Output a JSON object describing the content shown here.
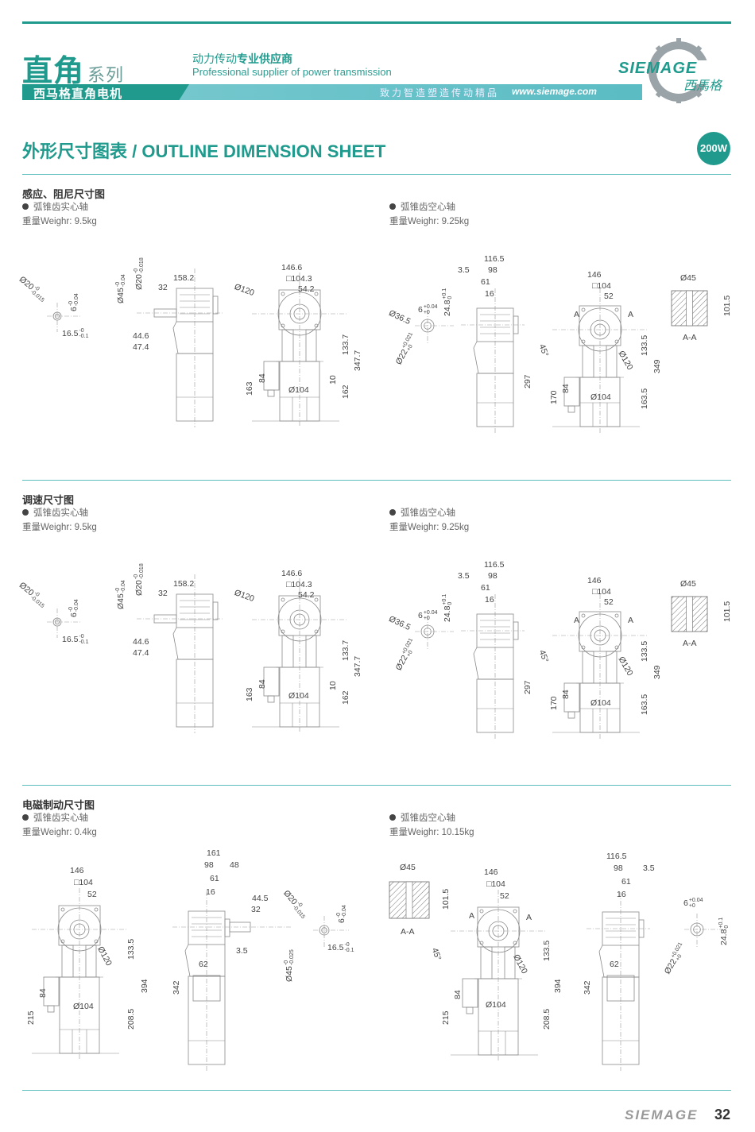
{
  "header": {
    "series_main": "直角",
    "series_sub": "系列",
    "slogan_light": "动力传动",
    "slogan_bold": "专业供应商",
    "slogan_en": "Professional supplier of power transmission",
    "band_label": "西马格直角电机",
    "motto": "致力智造塑造传动精品",
    "url": "www.siemage.com",
    "logo_text": "SIEMAGE",
    "logo_cn": "西馬格",
    "brand_color": "#1f9a8c",
    "band_color": "#6cc4ca"
  },
  "title": "外形尺寸图表 / OUTLINE DIMENSION SHEET",
  "power_badge": "200W",
  "sections": [
    {
      "title": "感应、阻尼尺寸图",
      "left": {
        "shaft_type": "弧锥齿实心轴",
        "weight": "重量Weighr: 9.5kg"
      },
      "right": {
        "shaft_type": "弧锥齿空心轴",
        "weight": "重量Weighr: 9.25kg"
      },
      "left_dims": [
        {
          "t": "Ø20",
          "hi": "-0",
          "lo": "-0.015"
        },
        {
          "t": "6",
          "hi": "-0",
          "lo": "-0.04"
        },
        {
          "t": "16.5",
          "hi": "-0",
          "lo": "-0.1"
        },
        {
          "t": "Ø45",
          "hi": "-0",
          "lo": "-0.04"
        },
        {
          "t": "Ø20",
          "hi": "-0",
          "lo": "-0.018"
        },
        {
          "t": "158.2"
        },
        {
          "t": "32"
        },
        {
          "t": "44.6"
        },
        {
          "t": "47.4"
        },
        {
          "t": "146.6"
        },
        {
          "t": "□104.3"
        },
        {
          "t": "54.2"
        },
        {
          "t": "Ø120"
        },
        {
          "t": "133.7"
        },
        {
          "t": "347.7"
        },
        {
          "t": "84"
        },
        {
          "t": "163"
        },
        {
          "t": "Ø104"
        },
        {
          "t": "10"
        },
        {
          "t": "162"
        }
      ],
      "right_dims": [
        {
          "t": "116.5"
        },
        {
          "t": "3.5"
        },
        {
          "t": "98"
        },
        {
          "t": "61"
        },
        {
          "t": "16"
        },
        {
          "t": "Ø36.5"
        },
        {
          "t": "6",
          "hi": "+0.04",
          "lo": "+0"
        },
        {
          "t": "24.8",
          "hi": "+0.1",
          "lo": "0"
        },
        {
          "t": "Ø22",
          "hi": "+0.021",
          "lo": "+0"
        },
        {
          "t": "297"
        },
        {
          "t": "146"
        },
        {
          "t": "□104"
        },
        {
          "t": "52"
        },
        {
          "t": "A"
        },
        {
          "t": "A"
        },
        {
          "t": "45°"
        },
        {
          "t": "Ø120"
        },
        {
          "t": "133.5"
        },
        {
          "t": "349"
        },
        {
          "t": "170"
        },
        {
          "t": "84"
        },
        {
          "t": "Ø104"
        },
        {
          "t": "163.5"
        },
        {
          "t": "Ø45"
        },
        {
          "t": "101.5"
        },
        {
          "t": "A-A"
        }
      ]
    },
    {
      "title": "调速尺寸图",
      "left": {
        "shaft_type": "弧锥齿实心轴",
        "weight": "重量Weighr: 9.5kg"
      },
      "right": {
        "shaft_type": "弧锥齿空心轴",
        "weight": "重量Weighr: 9.25kg"
      },
      "left_dims": [
        {
          "t": "Ø20",
          "hi": "-0",
          "lo": "-0.015"
        },
        {
          "t": "6",
          "hi": "-0",
          "lo": "-0.04"
        },
        {
          "t": "16.5",
          "hi": "-0",
          "lo": "-0.1"
        },
        {
          "t": "Ø45",
          "hi": "-0",
          "lo": "-0.04"
        },
        {
          "t": "Ø20",
          "hi": "-0",
          "lo": "-0.018"
        },
        {
          "t": "158.2"
        },
        {
          "t": "32"
        },
        {
          "t": "44.6"
        },
        {
          "t": "47.4"
        },
        {
          "t": "146.6"
        },
        {
          "t": "□104.3"
        },
        {
          "t": "54.2"
        },
        {
          "t": "Ø120"
        },
        {
          "t": "133.7"
        },
        {
          "t": "347.7"
        },
        {
          "t": "84"
        },
        {
          "t": "163"
        },
        {
          "t": "Ø104"
        },
        {
          "t": "10"
        },
        {
          "t": "162"
        }
      ],
      "right_dims": [
        {
          "t": "116.5"
        },
        {
          "t": "3.5"
        },
        {
          "t": "98"
        },
        {
          "t": "61"
        },
        {
          "t": "16"
        },
        {
          "t": "Ø36.5"
        },
        {
          "t": "6",
          "hi": "+0.04",
          "lo": "+0"
        },
        {
          "t": "24.8",
          "hi": "+0.1",
          "lo": "0"
        },
        {
          "t": "Ø22",
          "hi": "+0.021",
          "lo": "+0"
        },
        {
          "t": "297"
        },
        {
          "t": "146"
        },
        {
          "t": "□104"
        },
        {
          "t": "52"
        },
        {
          "t": "A"
        },
        {
          "t": "A"
        },
        {
          "t": "45°"
        },
        {
          "t": "Ø120"
        },
        {
          "t": "133.5"
        },
        {
          "t": "349"
        },
        {
          "t": "170"
        },
        {
          "t": "84"
        },
        {
          "t": "Ø104"
        },
        {
          "t": "163.5"
        },
        {
          "t": "Ø45"
        },
        {
          "t": "101.5"
        },
        {
          "t": "A-A"
        }
      ]
    },
    {
      "title": "电磁制动尺寸图",
      "left": {
        "shaft_type": "弧锥齿实心轴",
        "weight": "重量Weighr: 0.4kg"
      },
      "right": {
        "shaft_type": "弧锥齿空心轴",
        "weight": "重量Weighr: 10.15kg"
      },
      "left_dims": [
        {
          "t": "146"
        },
        {
          "t": "□104"
        },
        {
          "t": "52"
        },
        {
          "t": "Ø120"
        },
        {
          "t": "133.5"
        },
        {
          "t": "394"
        },
        {
          "t": "84"
        },
        {
          "t": "215"
        },
        {
          "t": "Ø104"
        },
        {
          "t": "208.5"
        },
        {
          "t": "161"
        },
        {
          "t": "98"
        },
        {
          "t": "48"
        },
        {
          "t": "61"
        },
        {
          "t": "16"
        },
        {
          "t": "44.5"
        },
        {
          "t": "32"
        },
        {
          "t": "3.5"
        },
        {
          "t": "62"
        },
        {
          "t": "342"
        },
        {
          "t": "Ø45",
          "hi": "-0",
          "lo": "-0.025"
        },
        {
          "t": "Ø20",
          "hi": "-0",
          "lo": "-0.015"
        },
        {
          "t": "6",
          "hi": "-0",
          "lo": "-0.04"
        },
        {
          "t": "16.5",
          "hi": "-0",
          "lo": "-0.1"
        }
      ],
      "right_dims": [
        {
          "t": "Ø45"
        },
        {
          "t": "101.5"
        },
        {
          "t": "A-A"
        },
        {
          "t": "146"
        },
        {
          "t": "□104"
        },
        {
          "t": "52"
        },
        {
          "t": "A"
        },
        {
          "t": "A"
        },
        {
          "t": "45°"
        },
        {
          "t": "Ø120"
        },
        {
          "t": "133.5"
        },
        {
          "t": "394"
        },
        {
          "t": "84"
        },
        {
          "t": "215"
        },
        {
          "t": "Ø104"
        },
        {
          "t": "208.5"
        },
        {
          "t": "116.5"
        },
        {
          "t": "98"
        },
        {
          "t": "3.5"
        },
        {
          "t": "61"
        },
        {
          "t": "16"
        },
        {
          "t": "342"
        },
        {
          "t": "62"
        },
        {
          "t": "6",
          "hi": "+0.04",
          "lo": "+0"
        },
        {
          "t": "24.8",
          "hi": "+0.1",
          "lo": "0"
        },
        {
          "t": "Ø22",
          "hi": "+0.021",
          "lo": "+0"
        }
      ]
    }
  ],
  "footer": {
    "brand": "SIEMAGE",
    "page": "32"
  }
}
